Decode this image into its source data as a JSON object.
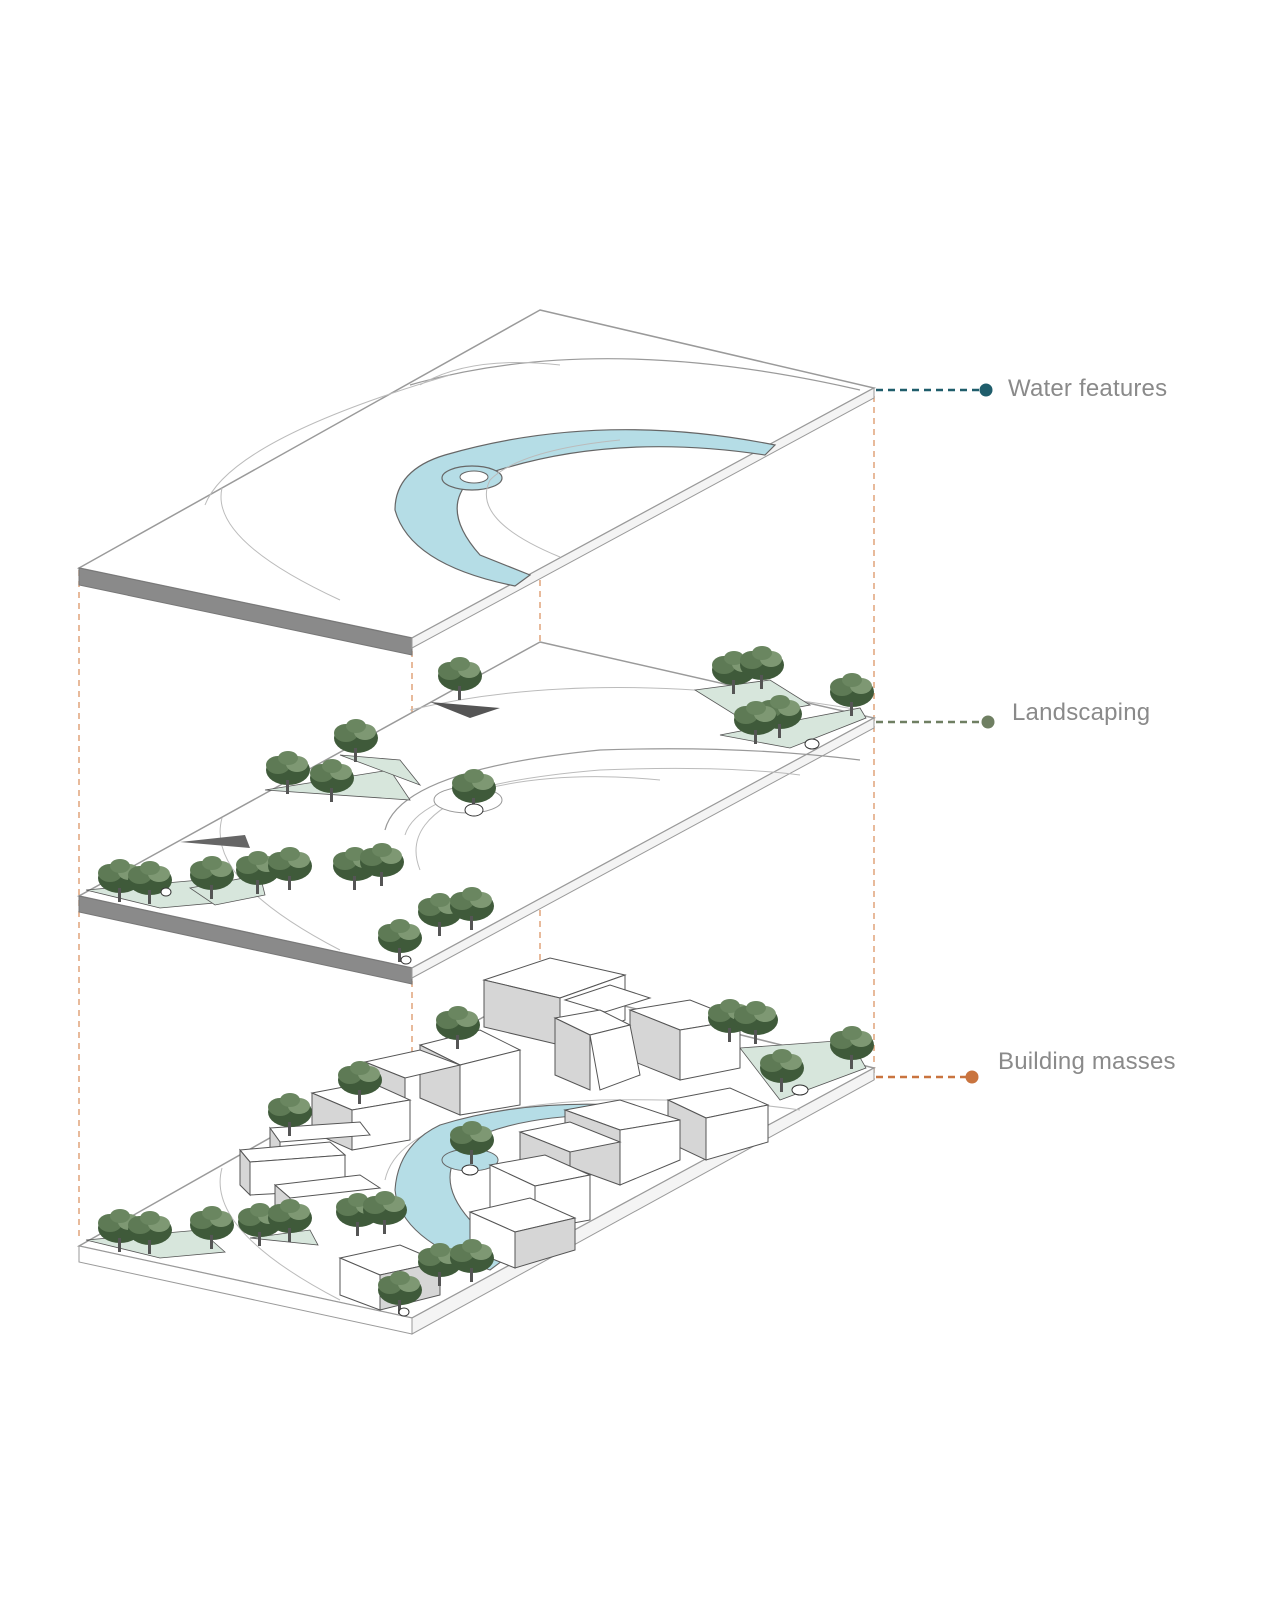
{
  "layers": [
    {
      "id": "water",
      "label": "Water features",
      "color": "#1f5d6b"
    },
    {
      "id": "landscape",
      "label": "Landscaping",
      "color": "#6f7f62"
    },
    {
      "id": "buildings",
      "label": "Building masses",
      "color": "#c9743f"
    }
  ],
  "colors": {
    "water": "#b5dde6",
    "green_ground": "#d7e6dc",
    "slab_side": "#8a8a8a",
    "outline": "#9a9a9a",
    "guide": "#e0a47a",
    "tree_dark": "#3f5a3a",
    "tree_light": "#7e9873",
    "building_face": "#ffffff",
    "building_side": "#b8b8b8"
  },
  "icons": [
    "tree-icon",
    "rock-icon"
  ]
}
